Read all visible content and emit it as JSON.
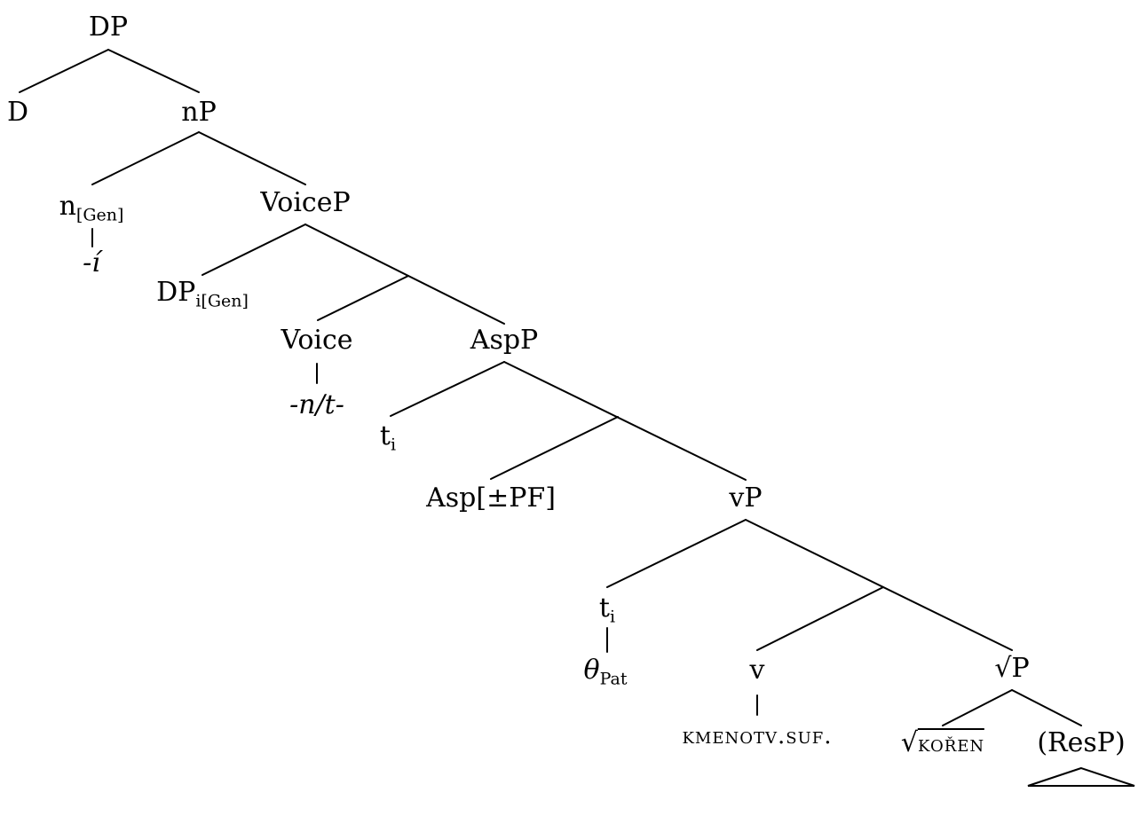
{
  "diagram": {
    "nodes": {
      "dp_top": "DP",
      "d": "D",
      "np": "nP",
      "n_base": "n",
      "n_sub": "[Gen]",
      "n_suffix": "-í",
      "voicep": "VoiceP",
      "dp_i_base": "DP",
      "dp_i_sub": "i[Gen]",
      "voice": "Voice",
      "voice_suffix": "-n/t-",
      "aspp": "AspP",
      "t1_base": "t",
      "t1_sub": "i",
      "asp": "Asp[±PF]",
      "vp": "vP",
      "t2_base": "t",
      "t2_sub": "i",
      "theta_base": "θ",
      "theta_sub": "Pat",
      "v": "v",
      "kmenotv": "kmenotv.suf.",
      "root_p_radical": "√",
      "root_p_label": "P",
      "root_koren_radical": "√",
      "root_koren_label": "kořen",
      "resp": "(ResP)"
    }
  }
}
